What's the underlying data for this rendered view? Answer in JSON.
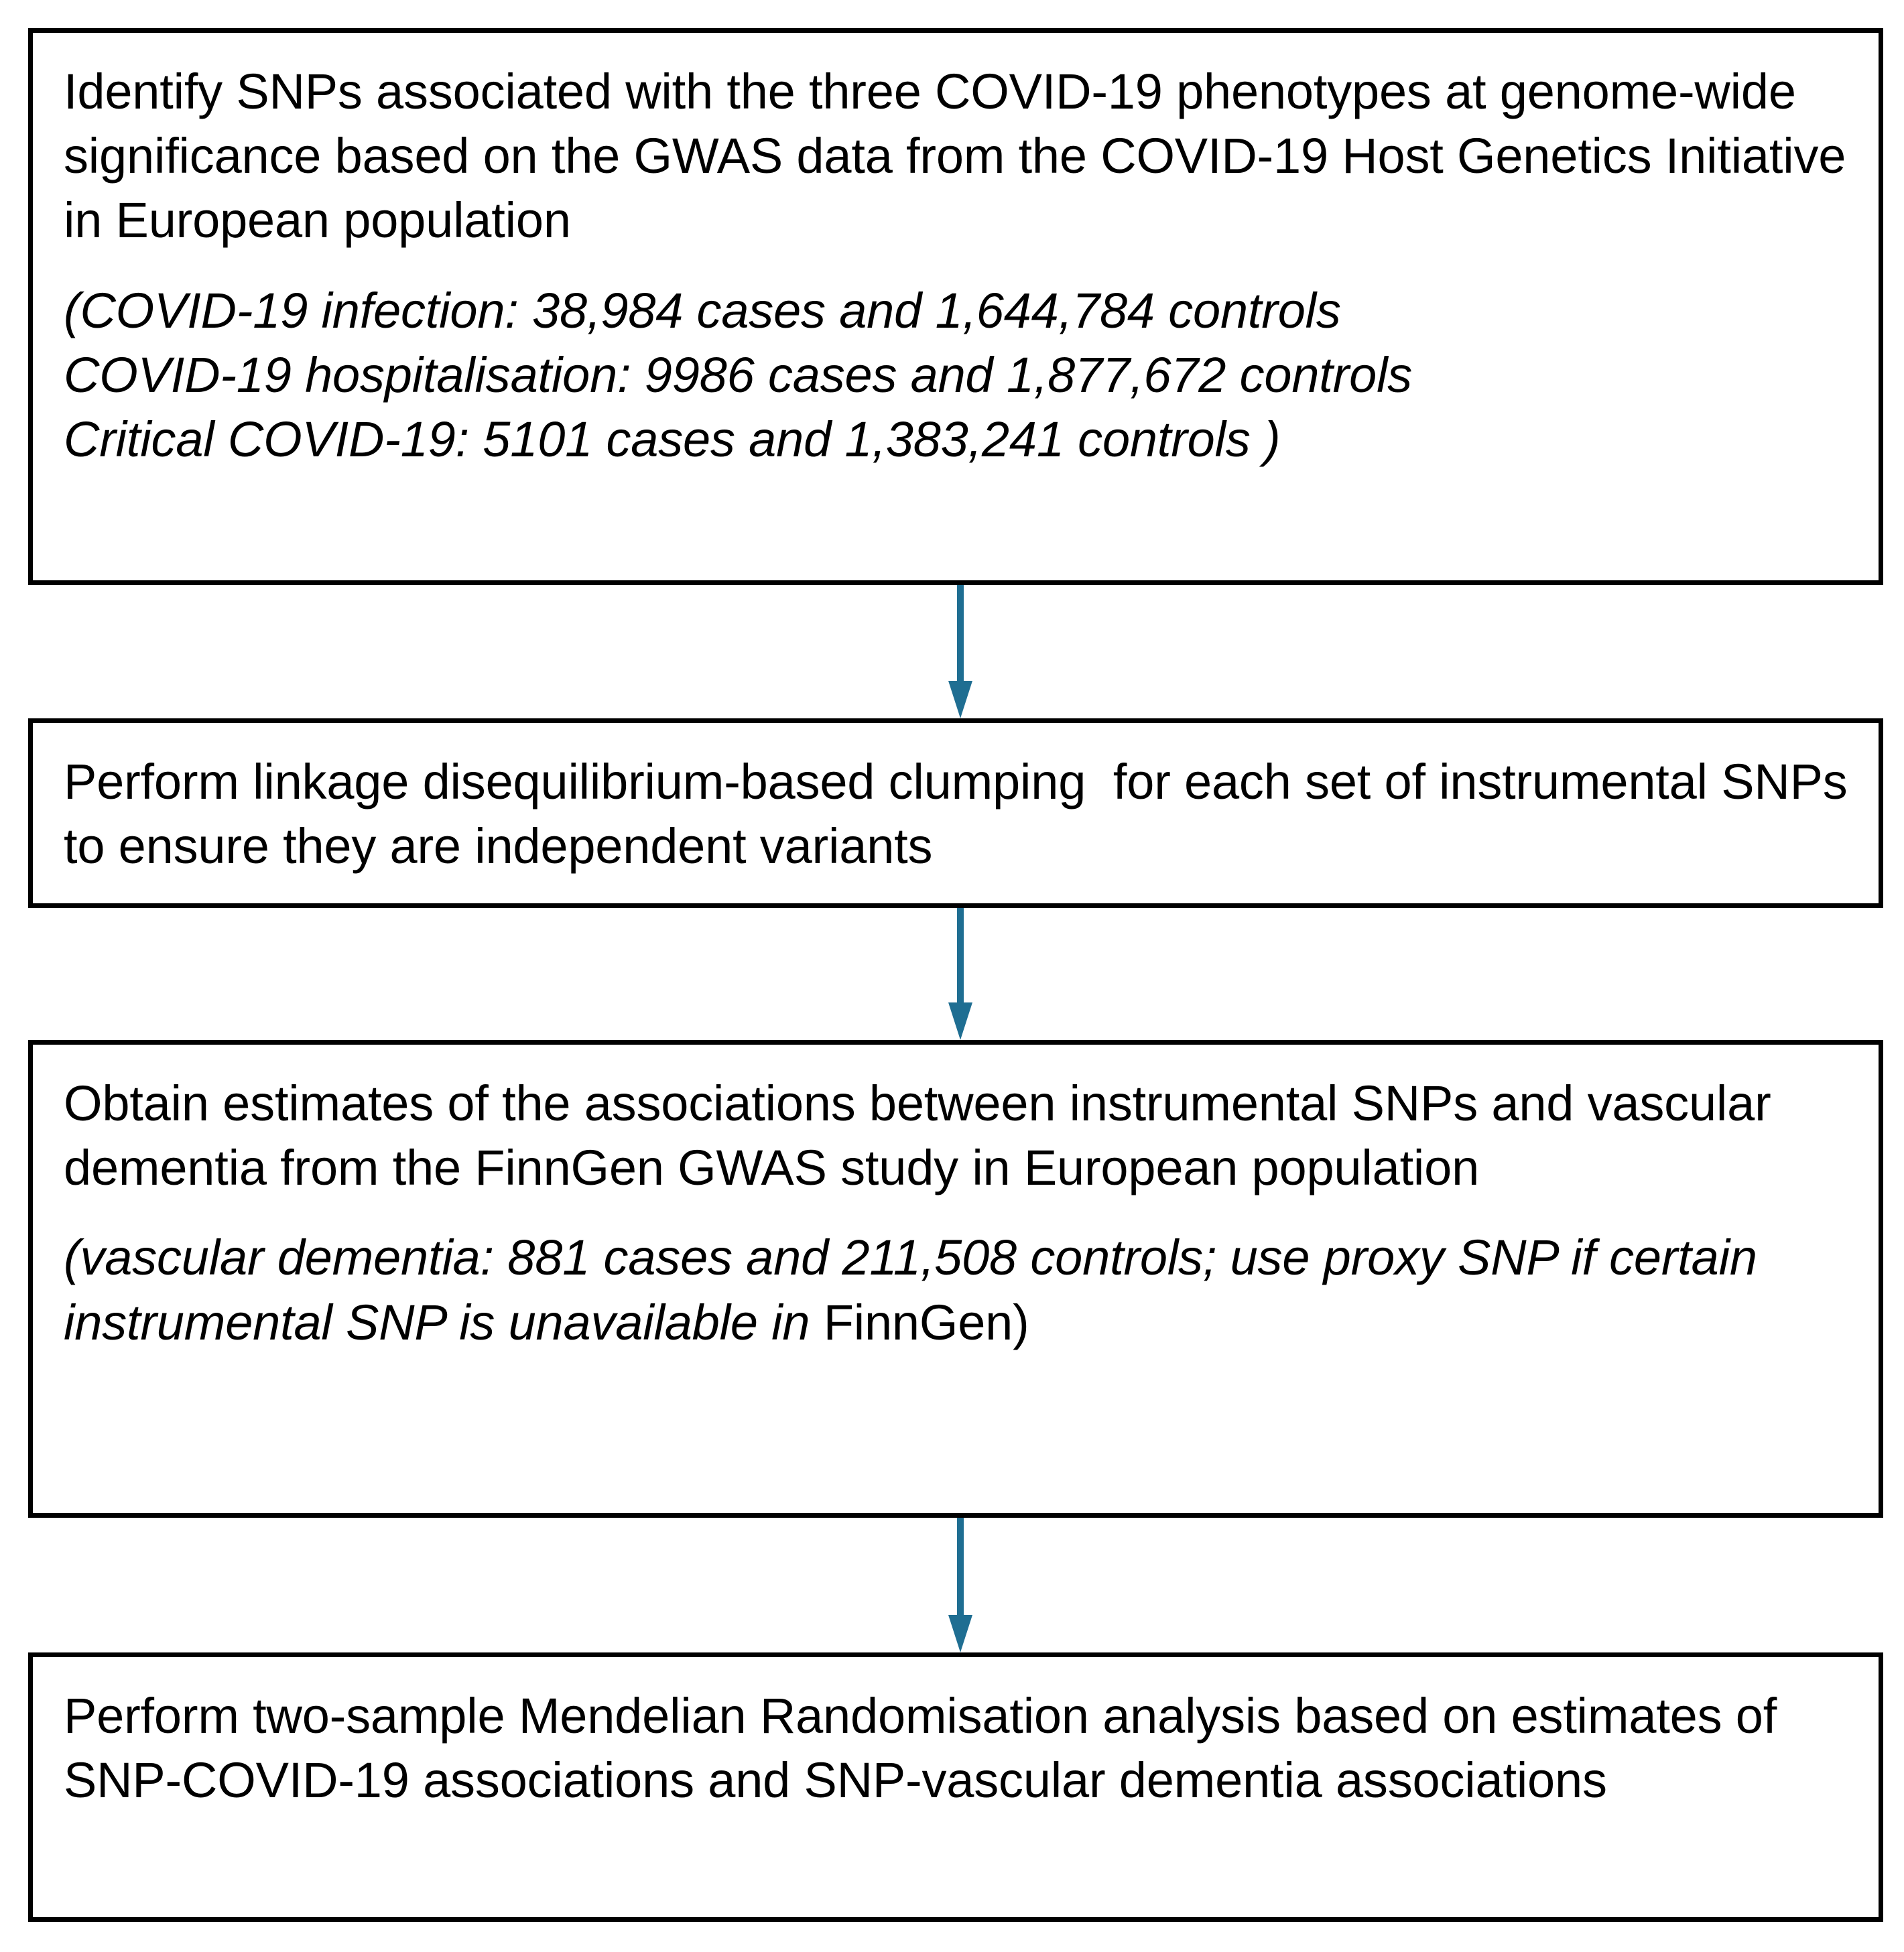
{
  "diagram": {
    "type": "flowchart",
    "orientation": "vertical",
    "accent_color": "#1F6E92",
    "border_color": "#000000",
    "background_color": "#FFFFFF",
    "steps": [
      {
        "id": "step-1",
        "text": "Identify SNPs associated with the three COVID-19 phenotypes at genome-wide significance based on the GWAS data from the COVID-19 Host Genetics Initiative in European population",
        "note_italic": "(COVID-19 infection: 38,984 cases and 1,644,784 controls\nCOVID-19 hospitalisation: 9986 cases and 1,877,672 controls\nCritical COVID-19: 5101 cases and 1,383,241 controls )",
        "note_upright": ""
      },
      {
        "id": "step-2",
        "text": "Perform linkage disequilibrium-based clumping  for each set of instrumental SNPs to ensure they are independent variants",
        "note_italic": "",
        "note_upright": ""
      },
      {
        "id": "step-3",
        "text": "Obtain estimates of the associations between instrumental SNPs and vascular dementia from the FinnGen GWAS study in European population",
        "note_italic": "(vascular dementia: 881 cases and 211,508 controls; use proxy SNP if certain instrumental SNP is unavailable in ",
        "note_upright": "FinnGen)"
      },
      {
        "id": "step-4",
        "text": "Perform two-sample Mendelian Randomisation analysis based on estimates of SNP-COVID-19 associations and SNP-vascular dementia associations",
        "note_italic": "",
        "note_upright": ""
      }
    ],
    "connectors": [
      {
        "id": "arrow-1",
        "from": "step-1",
        "to": "step-2",
        "direction": "down"
      },
      {
        "id": "arrow-2",
        "from": "step-2",
        "to": "step-3",
        "direction": "down"
      },
      {
        "id": "arrow-3",
        "from": "step-3",
        "to": "step-4",
        "direction": "down"
      }
    ]
  }
}
